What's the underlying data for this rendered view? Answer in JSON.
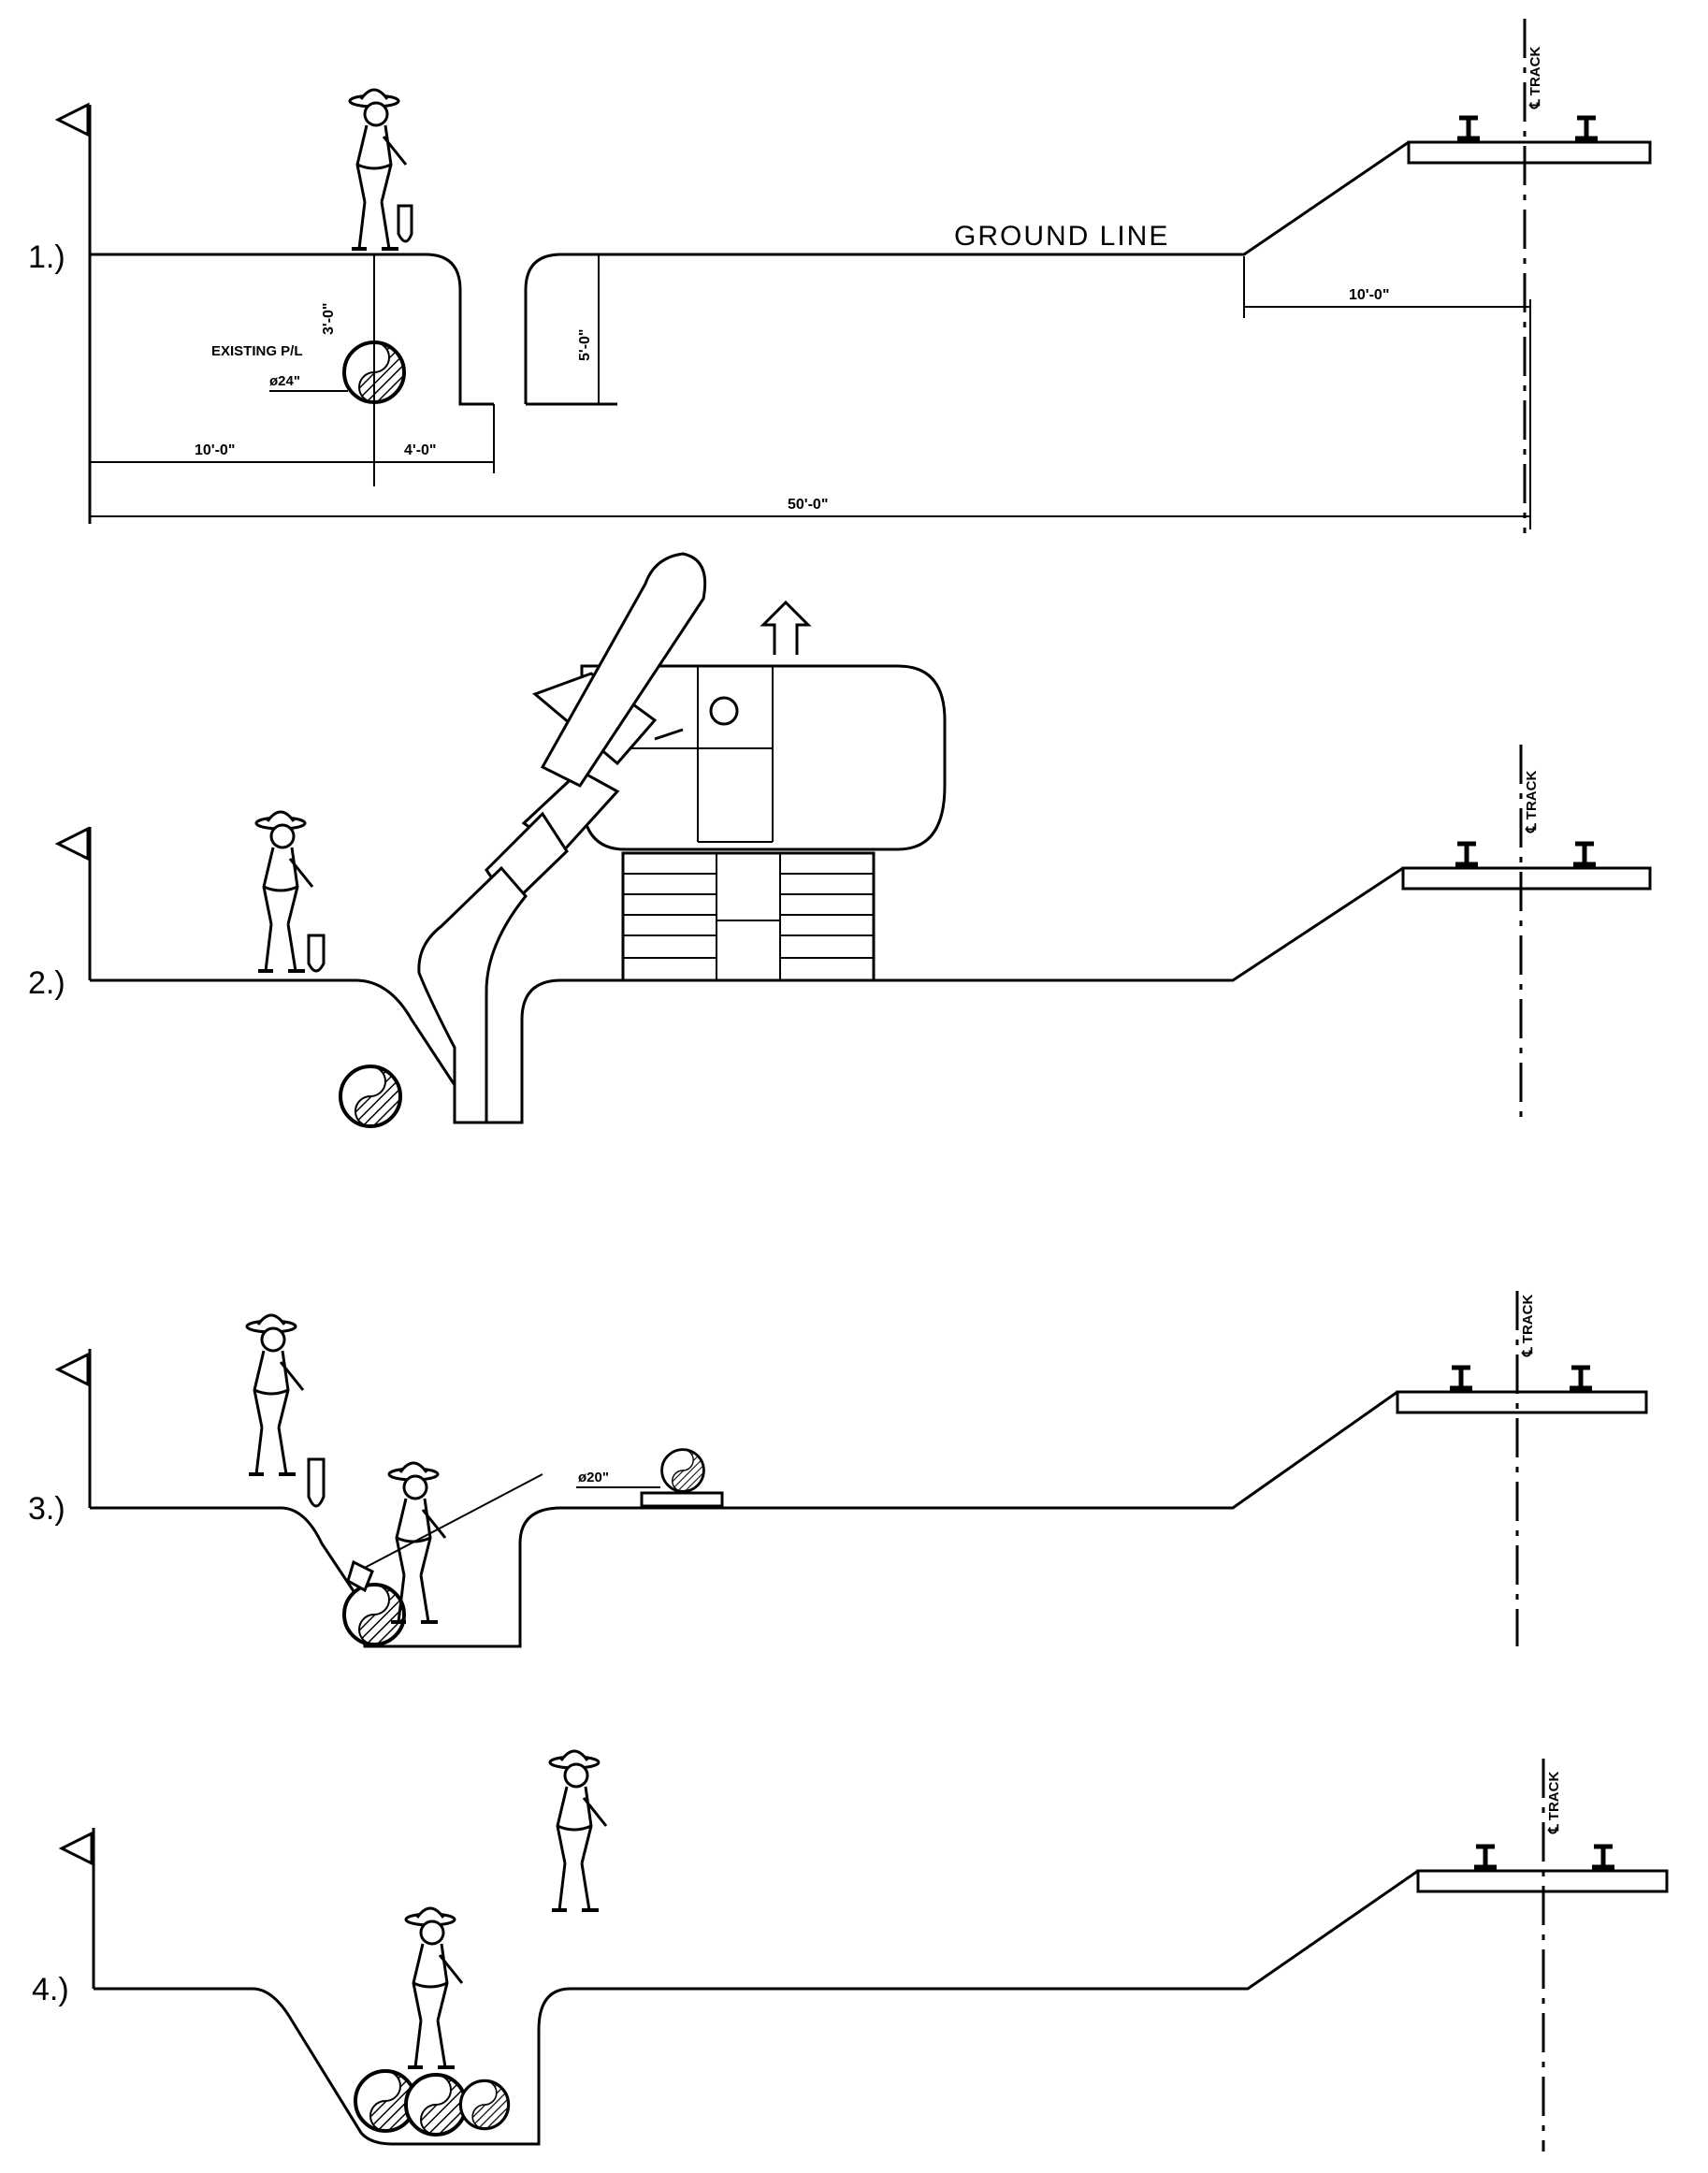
{
  "colors": {
    "ink": "#000000",
    "paper": "#ffffff"
  },
  "steps": [
    {
      "number": "1.)"
    },
    {
      "number": "2.)"
    },
    {
      "number": "3.)"
    },
    {
      "number": "4.)"
    }
  ],
  "labels": {
    "ground_line": "GROUND LINE",
    "existing_pl_1": "EXISTING P/L",
    "existing_pl_2": "ø24\"",
    "new_pipe": "ø20\"",
    "track": "℄ TRACK"
  },
  "dimensions": {
    "depth_cover": "3'-0\"",
    "trench_depth": "5'-0\"",
    "left_offset": "10'-0\"",
    "trench_offset": "4'-0\"",
    "track_offset": "10'-0\"",
    "overall": "50'-0\""
  },
  "icons": [
    "worker-figure-icon",
    "excavator-icon",
    "pipe-section-icon",
    "rail-icon",
    "flag-icon"
  ]
}
